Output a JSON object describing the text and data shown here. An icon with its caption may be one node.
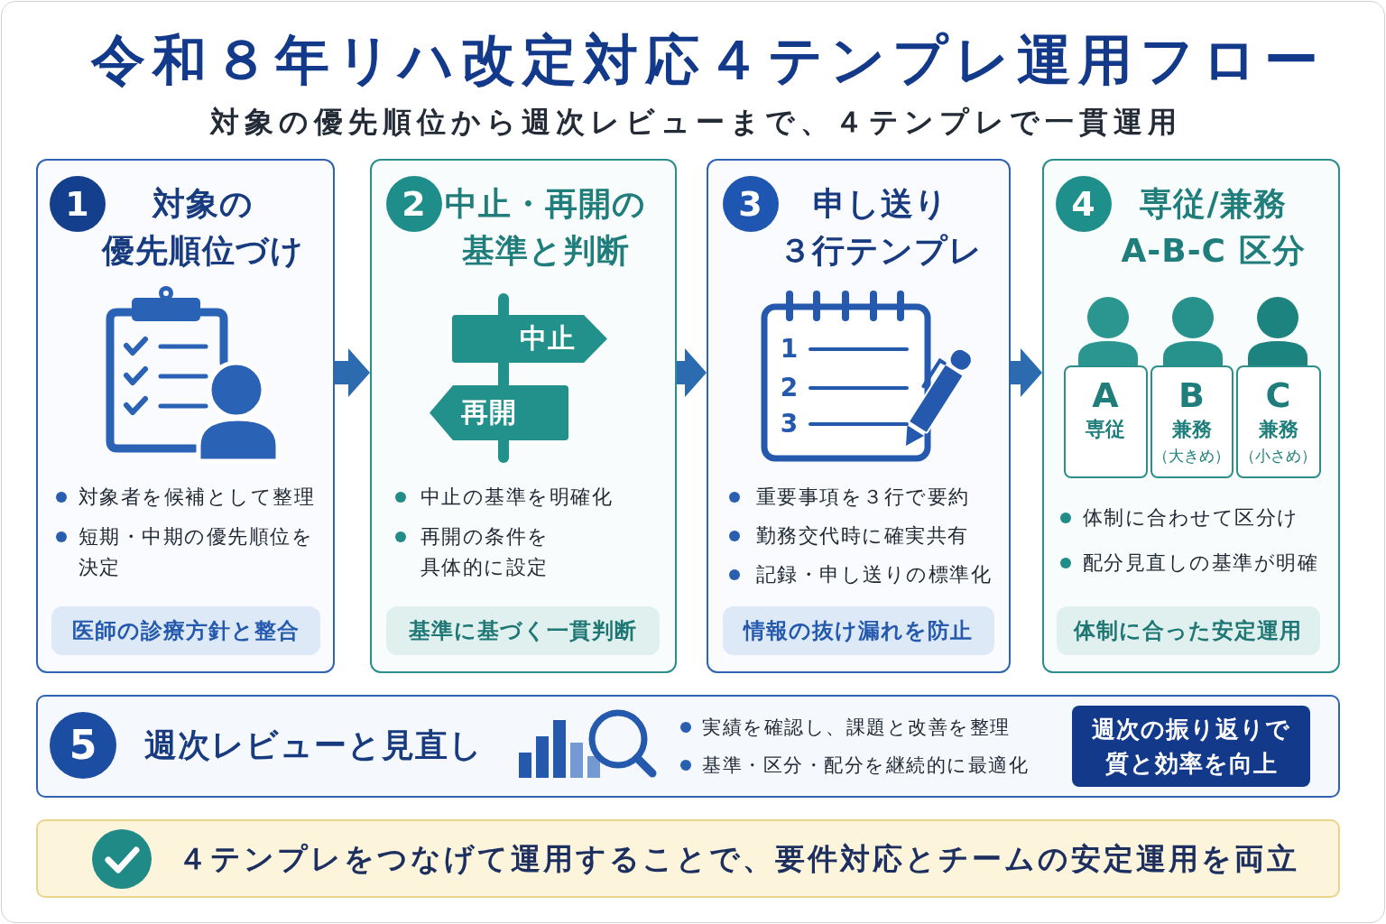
{
  "diagram": {
    "title": "令和８年リハ改定対応４テンプレ運用フロー",
    "nodes": [
      {
        "text": [
          "対象の優先順位づけ",
          "対象者を候補として整理",
          "短期・中期の優先順位を決定"
        ]
      },
      {
        "text": [
          "1"
        ],
        "in": 0
      },
      {
        "text": [
          "医師の診療方針と整合"
        ],
        "in": 0
      },
      {
        "text": [
          "中止・再開の基準と判断",
          "中止の基準を明確化",
          "再開の条件を具体的に設定"
        ]
      },
      {
        "text": [
          "2"
        ],
        "in": 3
      },
      {
        "text": [
          "中止"
        ],
        "in": 3
      },
      {
        "text": [
          "再開"
        ],
        "in": 3
      },
      {
        "text": [
          "基準に基づく一貫判断"
        ],
        "in": 3
      },
      {
        "text": [
          "申し送り３行テンプレ",
          "重要事項を３行で要約",
          "勤務交代時に確実共有",
          "記録・申し送りの標準化"
        ]
      },
      {
        "text": [
          "3"
        ],
        "in": 8
      },
      {
        "text": [
          "1",
          "2",
          "3"
        ],
        "in": 8
      },
      {
        "text": [
          "情報の抜け漏れを防止"
        ],
        "in": 8
      },
      {
        "text": [
          "専従/兼務A-B-C 区分",
          "体制に合わせて区分け",
          "配分見直しの基準が明確"
        ]
      },
      {
        "text": [
          "4"
        ],
        "in": 12
      },
      {
        "text": [
          "A",
          "専従"
        ],
        "in": 12
      },
      {
        "text": [
          "B",
          "兼務",
          "（大きめ）"
        ],
        "in": 12
      },
      {
        "text": [
          "C",
          "兼務",
          "（小さめ）"
        ],
        "in": 12
      },
      {
        "text": [
          "体制に合った安定運用"
        ],
        "in": 12
      },
      {
        "text": [
          "週次レビューと見直し",
          "実績を確認し、課題と改善を整理",
          "基準・区分・配分を継続的に最適化"
        ]
      },
      {
        "text": [
          "5"
        ],
        "in": 18
      },
      {
        "text": [
          "週次の振り返りで質と効率を向上"
        ],
        "in": 18
      },
      {
        "text": [
          "４テンプレをつなげて運用することで、要件対応とチームの安定運用を両立"
        ]
      }
    ],
    "edges": [
      {
        "from": 0,
        "to": 3,
        "arrow": "to"
      },
      {
        "from": 3,
        "to": 8,
        "arrow": "to"
      },
      {
        "from": 8,
        "to": 12,
        "arrow": "to"
      }
    ],
    "labels": [
      "対象の優先順位から週次レビューまで、４テンプレで一貫運用"
    ]
  }
}
